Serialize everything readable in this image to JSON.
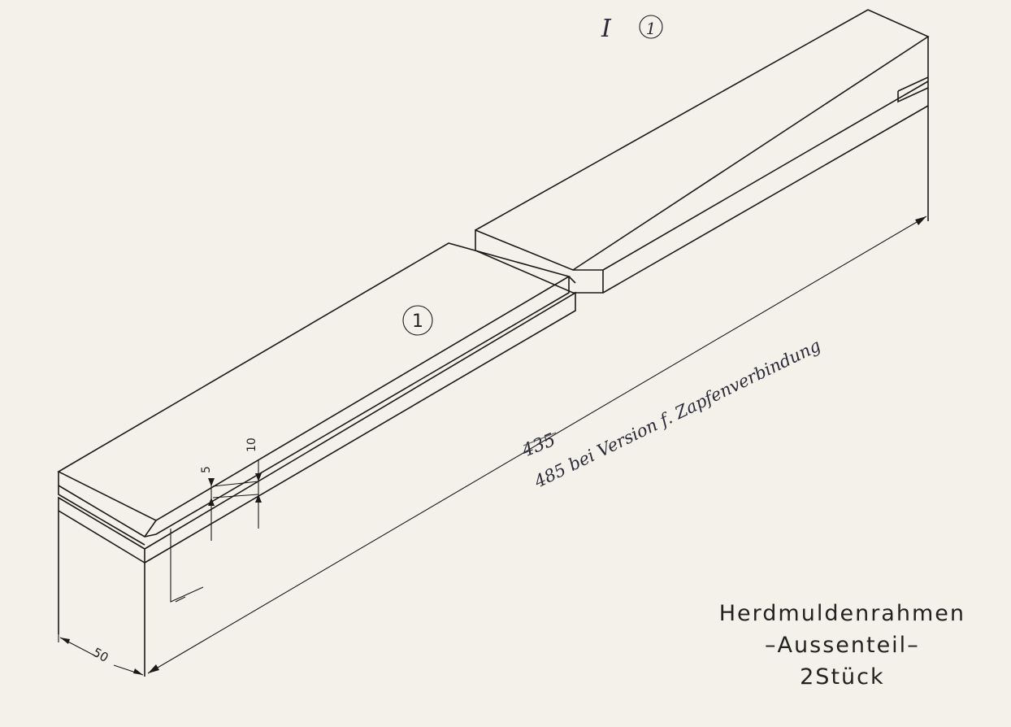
{
  "drawing": {
    "detail_label": "I",
    "detail_part_number": "1",
    "part_number": "1",
    "dimensions": {
      "slot_depth": "10",
      "slot_width": "5",
      "width": "50",
      "length_original": "435",
      "length_note": "485 bei Version f. Zapfenverbindung"
    },
    "title_block": {
      "name": "Herdmuldenrahmen",
      "subtitle": "–Aussenteil–",
      "quantity": "2Stück"
    }
  }
}
